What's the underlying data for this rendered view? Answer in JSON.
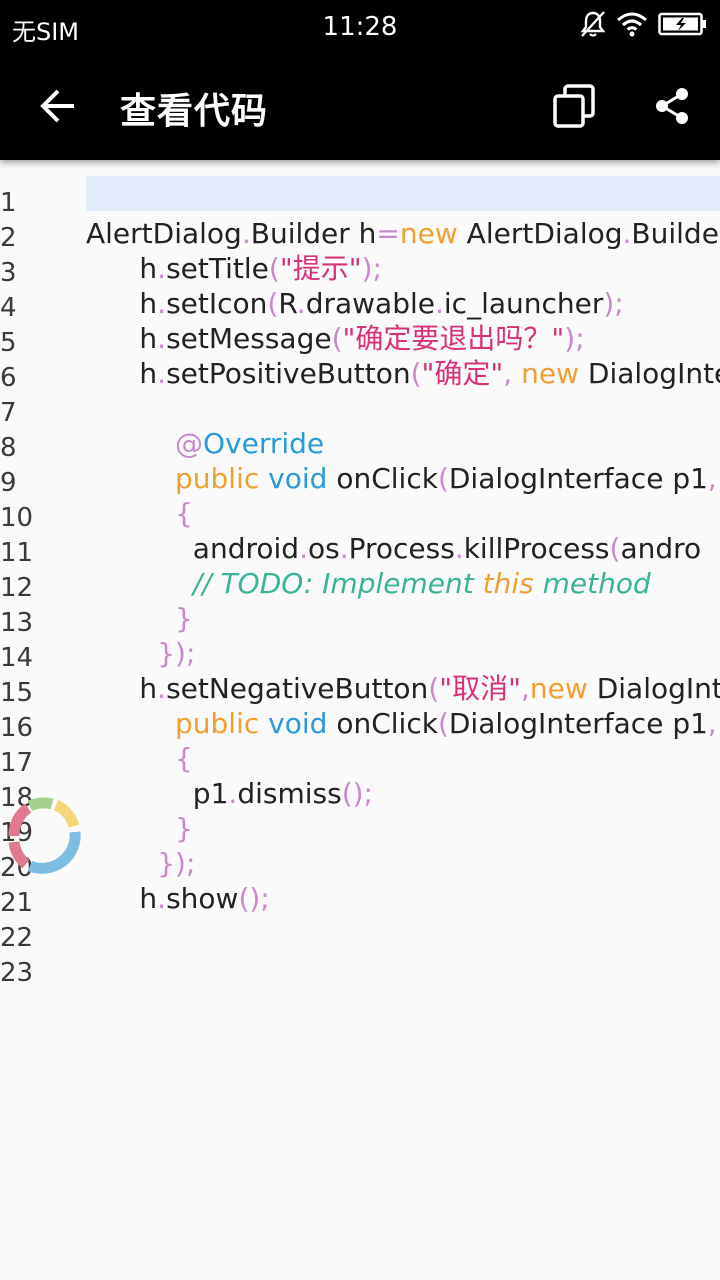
{
  "status_bar": {
    "carrier": "无SIM",
    "time": "11:28"
  },
  "app_bar": {
    "title": "查看代码",
    "back_icon": "arrow-left-icon",
    "copy_icon": "copy-icon",
    "share_icon": "share-icon"
  },
  "colors": {
    "background": "#fafafa",
    "bar": "#000000",
    "highlight": "#e3ecfb"
  },
  "code": {
    "line_numbers": [
      "1",
      "2",
      "3",
      "4",
      "5",
      "6",
      "7",
      "8",
      "9",
      "10",
      "11",
      "12",
      "13",
      "14",
      "15",
      "16",
      "17",
      "18",
      "19",
      "20",
      "21",
      "22",
      "23"
    ],
    "lines": [
      [],
      [
        [
          "AlertDialog",
          "plain"
        ],
        [
          ".",
          "punc"
        ],
        [
          "Builder h",
          "plain"
        ],
        [
          "=",
          "punc"
        ],
        [
          "new",
          "kw"
        ],
        [
          " AlertDialog",
          "plain"
        ],
        [
          ".",
          "punc"
        ],
        [
          "Builder",
          "plain"
        ],
        [
          "(",
          "punc"
        ]
      ],
      [
        [
          "      h",
          "plain"
        ],
        [
          ".",
          "punc"
        ],
        [
          "setTitle",
          "plain"
        ],
        [
          "(",
          "punc"
        ],
        [
          "\"提示\"",
          "str"
        ],
        [
          ");",
          "punc"
        ]
      ],
      [
        [
          "      h",
          "plain"
        ],
        [
          ".",
          "punc"
        ],
        [
          "setIcon",
          "plain"
        ],
        [
          "(",
          "punc"
        ],
        [
          "R",
          "plain"
        ],
        [
          ".",
          "punc"
        ],
        [
          "drawable",
          "plain"
        ],
        [
          ".",
          "punc"
        ],
        [
          "ic_launcher",
          "plain"
        ],
        [
          ");",
          "punc"
        ]
      ],
      [
        [
          "      h",
          "plain"
        ],
        [
          ".",
          "punc"
        ],
        [
          "setMessage",
          "plain"
        ],
        [
          "(",
          "punc"
        ],
        [
          "\"确定要退出吗？\"",
          "str"
        ],
        [
          ");",
          "punc"
        ]
      ],
      [
        [
          "      h",
          "plain"
        ],
        [
          ".",
          "punc"
        ],
        [
          "setPositiveButton",
          "plain"
        ],
        [
          "(",
          "punc"
        ],
        [
          "\"确定\"",
          "str"
        ],
        [
          ", ",
          "punc"
        ],
        [
          "new",
          "kw"
        ],
        [
          " DialogInte",
          "plain"
        ]
      ],
      [],
      [
        [
          "          ",
          "plain"
        ],
        [
          "@",
          "punc"
        ],
        [
          "Override",
          "anno"
        ]
      ],
      [
        [
          "          ",
          "plain"
        ],
        [
          "public",
          "kw"
        ],
        [
          " ",
          "plain"
        ],
        [
          "void",
          "kw2"
        ],
        [
          " onClick",
          "plain"
        ],
        [
          "(",
          "punc"
        ],
        [
          "DialogInterface p1",
          "plain"
        ],
        [
          ",",
          "punc"
        ]
      ],
      [
        [
          "          ",
          "plain"
        ],
        [
          "{",
          "punc"
        ]
      ],
      [
        [
          "            android",
          "plain"
        ],
        [
          ".",
          "punc"
        ],
        [
          "os",
          "plain"
        ],
        [
          ".",
          "punc"
        ],
        [
          "Process",
          "plain"
        ],
        [
          ".",
          "punc"
        ],
        [
          "killProcess",
          "plain"
        ],
        [
          "(",
          "punc"
        ],
        [
          "andro",
          "plain"
        ]
      ],
      [
        [
          "            ",
          "plain"
        ],
        [
          "// TODO: Implement ",
          "cmt"
        ],
        [
          "this",
          "cmtkw"
        ],
        [
          " method",
          "cmt"
        ]
      ],
      [
        [
          "          ",
          "plain"
        ],
        [
          "}",
          "punc"
        ]
      ],
      [
        [
          "        ",
          "plain"
        ],
        [
          "});",
          "punc"
        ]
      ],
      [
        [
          "      h",
          "plain"
        ],
        [
          ".",
          "punc"
        ],
        [
          "setNegativeButton",
          "plain"
        ],
        [
          "(",
          "punc"
        ],
        [
          "\"取消\"",
          "str"
        ],
        [
          ",",
          "punc"
        ],
        [
          "new",
          "kw"
        ],
        [
          " DialogInt",
          "plain"
        ]
      ],
      [
        [
          "          ",
          "plain"
        ],
        [
          "public",
          "kw"
        ],
        [
          " ",
          "plain"
        ],
        [
          "void",
          "kw2"
        ],
        [
          " onClick",
          "plain"
        ],
        [
          "(",
          "punc"
        ],
        [
          "DialogInterface p1",
          "plain"
        ],
        [
          ",",
          "punc"
        ]
      ],
      [
        [
          "          ",
          "plain"
        ],
        [
          "{",
          "punc"
        ]
      ],
      [
        [
          "            p1",
          "plain"
        ],
        [
          ".",
          "punc"
        ],
        [
          "dismiss",
          "plain"
        ],
        [
          "();",
          "punc"
        ]
      ],
      [
        [
          "          ",
          "plain"
        ],
        [
          "}",
          "punc"
        ]
      ],
      [
        [
          "        ",
          "plain"
        ],
        [
          "});",
          "punc"
        ]
      ],
      [
        [
          "      h",
          "plain"
        ],
        [
          ".",
          "punc"
        ],
        [
          "show",
          "plain"
        ],
        [
          "();",
          "punc"
        ]
      ],
      [],
      []
    ]
  }
}
